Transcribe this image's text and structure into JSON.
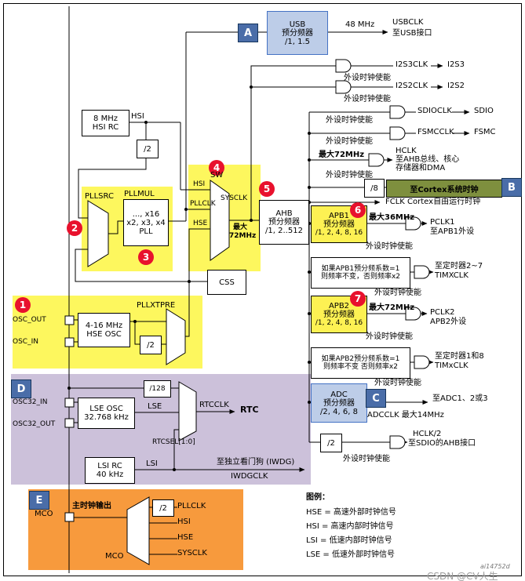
{
  "colors": {
    "yellow_patch": "#fdf75e",
    "yellow_box": "#fdf153",
    "purple_patch": "#ccc1da",
    "orange_patch": "#f79a3d",
    "blue_box_fill": "#bdcde8",
    "blue_box_border": "#4472c4",
    "blue_tag": "#4a6da8",
    "red_badge": "#e8112d",
    "olive_bar": "#7e8f3e"
  },
  "tags": {
    "a": "A",
    "b": "B",
    "c": "C",
    "d": "D",
    "e": "E"
  },
  "badges": [
    "1",
    "2",
    "3",
    "4",
    "5",
    "6",
    "7"
  ],
  "blocks": {
    "usb": {
      "l1": "USB",
      "l2": "预分频器",
      "l3": "/1, 1.5"
    },
    "hsi_rc": {
      "l1": "8 MHz",
      "l2": "HSI RC"
    },
    "pllmul": {
      "l1": "..., x16",
      "l2": "x2, x3, x4",
      "l3": "PLL"
    },
    "ahb": {
      "l1": "AHB",
      "l2": "预分频器",
      "l3": "/1, 2..512"
    },
    "css": "CSS",
    "hse_osc": {
      "l1": "4-16 MHz",
      "l2": "HSE OSC"
    },
    "lse_osc": {
      "l1": "LSE OSC",
      "l2": "32.768 kHz"
    },
    "lsi_rc": {
      "l1": "LSI RC",
      "l2": "40 kHz"
    },
    "apb1": {
      "l1": "APB1",
      "l2": "预分频器",
      "l3": "/1, 2, 4, 8, 16"
    },
    "apb2": {
      "l1": "APB2",
      "l2": "预分频器",
      "l3": "/1, 2, 4, 8, 16"
    },
    "adc": {
      "l1": "ADC",
      "l2": "预分频器",
      "l3": "/2, 4, 6, 8"
    },
    "apb1_note": {
      "l1": "如果APB1预分频系数=1",
      "l2": "则频率不变，否则频率x2"
    },
    "apb2_note": {
      "l1": "如果APB2预分频系数=1",
      "l2": "则频率不变 否则频率x2"
    },
    "div2": "/2",
    "div8": "/8",
    "div128": "/128"
  },
  "signals": {
    "hsi": "HSI",
    "hse": "HSE",
    "lse": "LSE",
    "lsi": "LSI",
    "pllclk": "PLLCLK",
    "sysclk": "SYSCLK",
    "sw": "SW",
    "pllsrc": "PLLSRC",
    "pllmul": "PLLMUL",
    "pllxtpre": "PLLXTPRE",
    "mco": "MCO",
    "periph_en": "外设时钟使能",
    "max_cn": "最大",
    "max72_val": "72MHz"
  },
  "top": {
    "mhz48": "48 MHz",
    "usbclk": "USBCLK",
    "usb_to": "至USB接口",
    "i2s3clk": "I2S3CLK",
    "i2s3": "I2S3",
    "i2s2clk": "I2S2CLK",
    "i2s2": "I2S2",
    "sdioclk": "SDIOCLK",
    "sdio": "SDIO",
    "fsmcclk": "FSMCCLK",
    "fsmc": "FSMC",
    "max72": "最大72MHz",
    "hclk": "HCLK",
    "hclk_to1": "至AHB总线、核心",
    "hclk_to2": "存储器和DMA",
    "cortex_bar": "至Cortex系统时钟",
    "fclk": "FCLK Cortex自由运行时钟"
  },
  "left": {
    "osc_out": "OSC_OUT",
    "osc_in": "OSC_IN",
    "osc32_in": "OSC32_IN",
    "osc32_out": "OSC32_OUT",
    "rtcclk": "RTCCLK",
    "rtc": "RTC",
    "rtcsel": "RTCSEL[1:0]",
    "iwdg": "至独立看门狗 (IWDG)",
    "iwdgclk": "IWDGCLK",
    "mco_out": "主时钟输出"
  },
  "right": {
    "max36": "最大36MHz",
    "max72": "最大72MHz",
    "pclk1": "PCLK1",
    "apb1_to": "至APB1外设",
    "tim27": "至定时器2~7",
    "timxclk_u": "TIMXCLK",
    "pclk2": "PCLK2",
    "apb2_to": "APB2外设",
    "tim18": "至定时器1和8",
    "timxclk_l": "TIMxCLK",
    "adcclk": "ADCCLK 最大14MHz",
    "adc_to": "至ADC1、2或3",
    "hclk2": "HCLK/2",
    "sdio_ahb": "至SDIO的AHB接口"
  },
  "legend": {
    "title": "图例：",
    "items": [
      "HSE = 高速外部时钟信号",
      "HSI = 高速内部时钟信号",
      "LSI = 低速内部时钟信号",
      "LSE = 低速外部时钟信号"
    ]
  },
  "footer": {
    "code": "ai14752d",
    "watermark": "CSDN @CV人生"
  }
}
